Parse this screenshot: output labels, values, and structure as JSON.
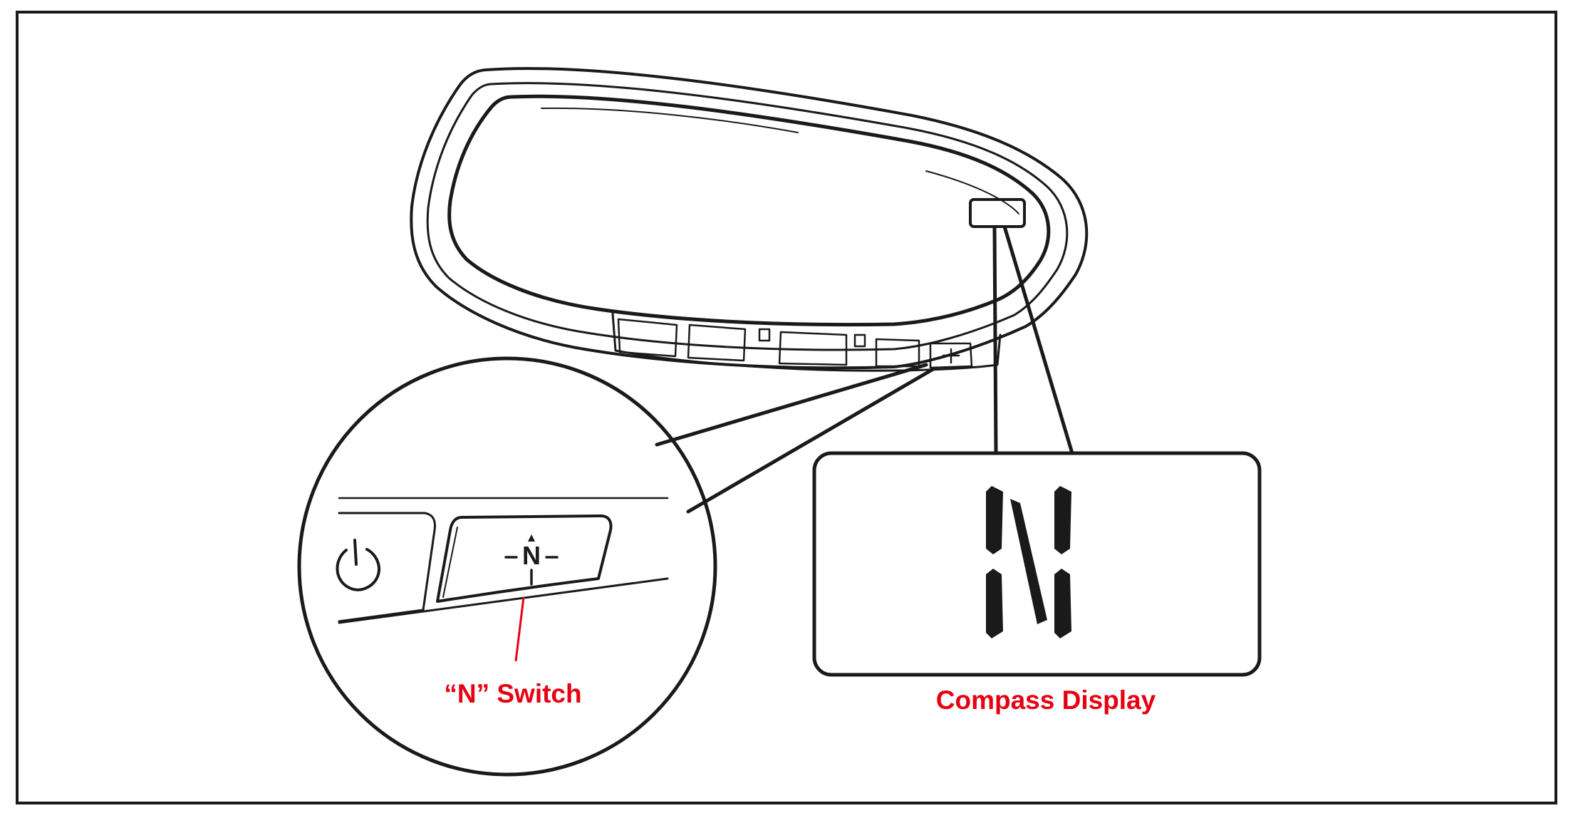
{
  "diagram": {
    "labels": {
      "n_switch": "“N” Switch",
      "compass_display": "Compass Display"
    },
    "display_reading": "N",
    "switch_glyph": "N",
    "callout_color": "#e60012",
    "line_color": "#1a1a1a",
    "icons": [
      "power-icon",
      "n-compass-icon",
      "plus-icon",
      "mirror-outline"
    ]
  }
}
